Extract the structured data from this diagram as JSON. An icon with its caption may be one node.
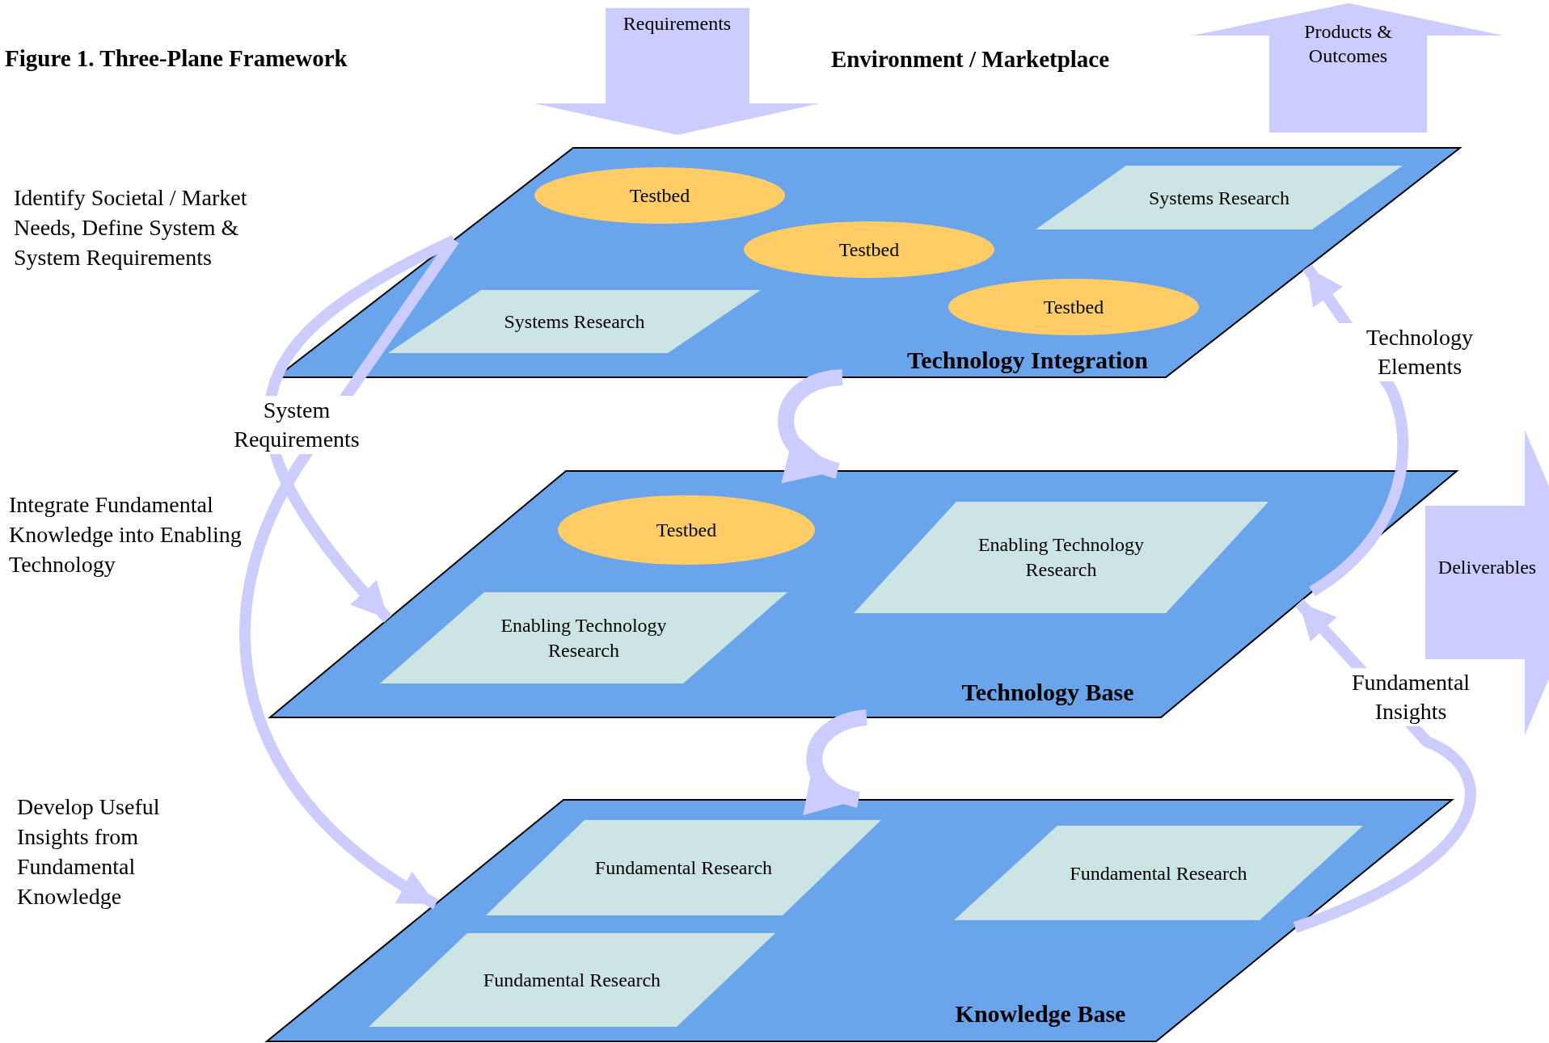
{
  "diagram": {
    "title": "Figure 1.  Three-Plane Framework",
    "nodes": [
      {
        "text": [
          "Requirements"
        ]
      },
      {
        "text": [
          "Products & Outcomes"
        ]
      },
      {
        "text": [
          "Technology Integration"
        ]
      },
      {
        "text": [
          "Testbed"
        ],
        "in": 2
      },
      {
        "text": [
          "Systems Research"
        ],
        "in": 2
      },
      {
        "text": [
          "Testbed"
        ],
        "in": 2
      },
      {
        "text": [
          "Testbed"
        ],
        "in": 2
      },
      {
        "text": [
          "Systems Research"
        ],
        "in": 2
      },
      {
        "text": [
          "Deliverables"
        ]
      },
      {
        "text": [
          "Technology Base"
        ]
      },
      {
        "text": [
          "Testbed"
        ],
        "in": 9
      },
      {
        "text": [
          "Enabling Technology Research"
        ],
        "in": 9
      },
      {
        "text": [
          "Enabling Technology Research"
        ],
        "in": 9
      },
      {
        "text": [
          "Knowledge Base"
        ]
      },
      {
        "text": [
          "Fundamental Research"
        ],
        "in": 13
      },
      {
        "text": [
          "Fundamental Research"
        ],
        "in": 13
      },
      {
        "text": [
          "Fundamental Research"
        ],
        "in": 13
      }
    ],
    "edges": [
      {
        "from": 2,
        "to": 9,
        "arrow": "to",
        "label": "System Requirements"
      },
      {
        "from": 2,
        "to": 13,
        "arrow": "to"
      },
      {
        "from": 2,
        "to": 9,
        "arrow": "to"
      },
      {
        "from": 9,
        "to": 13,
        "arrow": "to"
      },
      {
        "from": 9,
        "to": 2,
        "arrow": "to",
        "label": "Technology Elements"
      },
      {
        "from": 13,
        "to": 9,
        "arrow": "to",
        "label": "Fundamental Insights"
      }
    ],
    "labels": [
      "Environment / Marketplace",
      "Identify Societal / Market Needs, Define System & System Requirements",
      "Integrate Fundamental Knowledge into Enabling Technology",
      "Develop Useful Insights from Fundamental Knowledge"
    ]
  }
}
